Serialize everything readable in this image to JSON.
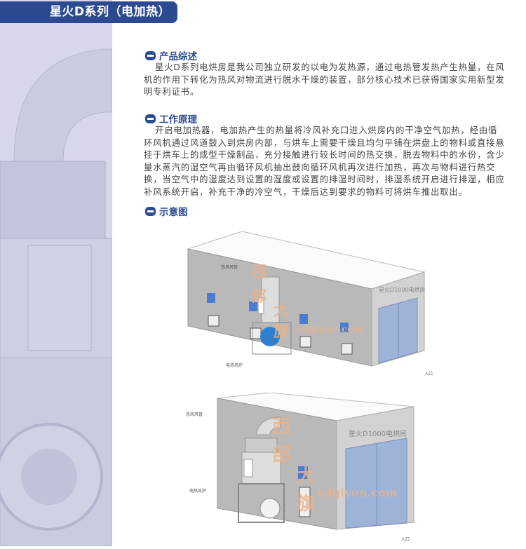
{
  "header": {
    "title": "星火D系列（电加热）",
    "accent": "#2c4a92"
  },
  "sections": [
    {
      "title": "产品综述",
      "icon": "section-bullet-icon",
      "lines": [
        "星火D系列电烘房是我公司独立研发的以电为发热源，通过电热管发热产生热量，在风",
        "机的作用下转化为热风对物流进行脱水干燥的装置，部分核心技术已获得国家实用新型发",
        "明专利证书。"
      ]
    },
    {
      "title": "工作原理",
      "icon": "section-bullet-icon",
      "lines": [
        "开启电加热器，电加热产生的热量将冷风补充口进入烘房内的干净空气加热，经由循",
        "环风机通过风道鼓入到烘房内部，与烘车上需要干燥且均匀平铺在烘盘上的物料或直接悬",
        "挂于烘车上的成型干燥制品，充分接触进行较长时间的热交换，脱去物料中的水份，含少",
        "量水蒸汽的湿空气再由循环风机抽出鼓向循环风机再次进行加热，再次与物料进行热交",
        "换，当空气中的湿度达到设置的湿度或设置的排湿时间时，排湿系统开启进行排湿，相应",
        "补风系统开启，补充干净的冷空气，干燥后达到要求的物料可将烘车推出取出。"
      ]
    },
    {
      "title": "示意图",
      "icon": "section-bullet-icon"
    }
  ],
  "diagram1": {
    "duct_label": "热风风管",
    "heater_label": "电热风炉",
    "room_name": "星火D1000电烘房",
    "entrance_label": "入口"
  },
  "diagram2": {
    "duct_label": "热风风管",
    "heater_label": "电热风炉",
    "room_name": "星火D1000电烘房",
    "entrance_label": "入口"
  },
  "watermark": {
    "chars": "西部大旗",
    "c1": "西",
    "c2": "部",
    "c3": "大",
    "c4": "旗",
    "url": "cdqiyun.com"
  }
}
